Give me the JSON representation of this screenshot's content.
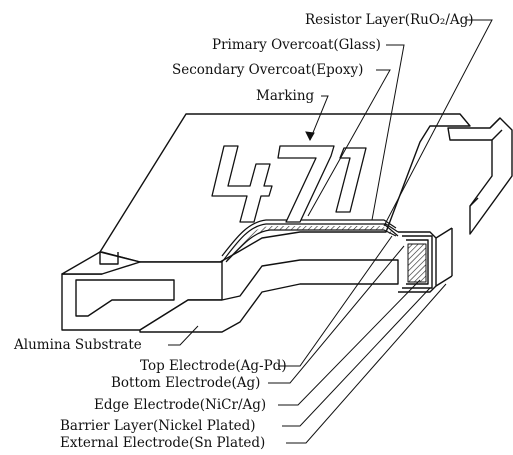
{
  "diagram": {
    "marking_text": "471",
    "labels": {
      "resistor_layer": "Resistor Layer(RuO₂/Ag)",
      "primary_overcoat": "Primary Overcoat(Glass)",
      "secondary_overcoat": "Secondary Overcoat(Epoxy)",
      "marking": "Marking",
      "alumina_substrate": "Alumina Substrate",
      "top_electrode": "Top Electrode(Ag-Pd)",
      "bottom_electrode": "Bottom Electrode(Ag)",
      "edge_electrode": "Edge Electrode(NiCr/Ag)",
      "barrier_layer": "Barrier Layer(Nickel Plated)",
      "external_electrode": "External Electrode(Sn Plated)"
    }
  }
}
